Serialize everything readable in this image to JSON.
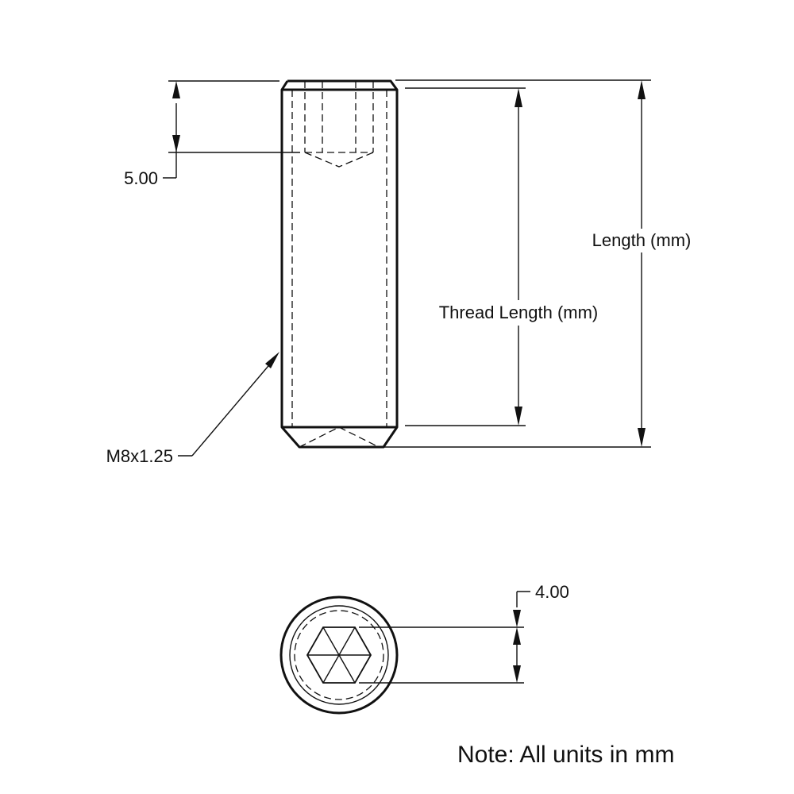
{
  "dimensions": {
    "socket_depth": "5.00",
    "thread_spec": "M8x1.25",
    "length": "Length (mm)",
    "thread_length": "Thread Length (mm)",
    "hex_size": "4.00"
  },
  "note": "Note: All units in mm"
}
